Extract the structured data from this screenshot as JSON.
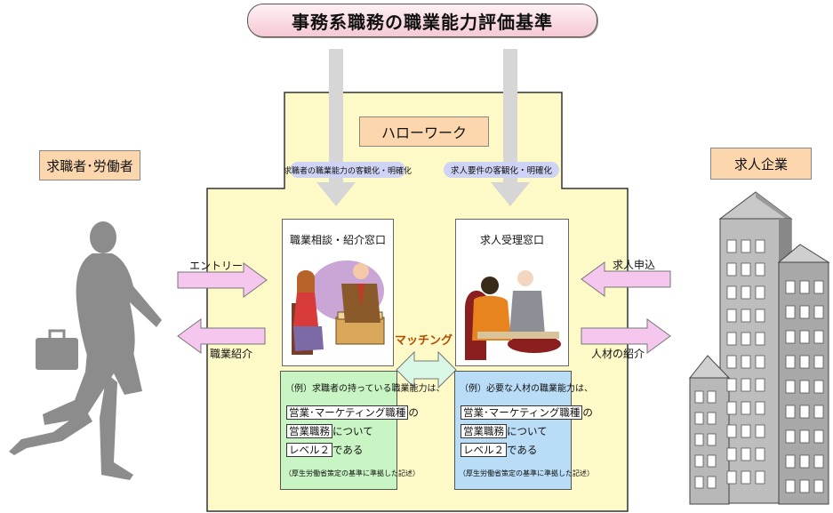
{
  "title": "事務系職務の職業能力評価基準",
  "hello_work": "ハローワーク",
  "job_seeker": "求職者･労働者",
  "company": "求人企業",
  "tag_left": "求職者の職業能力の客観化・明確化",
  "tag_right": "求人要件の客観化・明確化",
  "window_left": "職業相談・紹介窓口",
  "window_right": "求人受理窓口",
  "matching": "マッチング",
  "entry": "エントリー",
  "referral": "職業紹介",
  "job_offer": "求人申込",
  "talent_referral": "人材の紹介",
  "note_left": {
    "head": "（例）求職者の持っている職業能力は、",
    "line1_box": "営業･マーケティング職種",
    "line1_rest": "の",
    "line2_box": "営業職務",
    "line2_rest": "について",
    "line3_box": "レベル２",
    "line3_rest": "である",
    "foot": "（厚生労働省策定の基準に準拠した記述）"
  },
  "note_right": {
    "head": "（例）必要な人材の職業能力は、",
    "line1_box": "営業･マーケティング職種",
    "line1_rest": "の",
    "line2_box": "営業職務",
    "line2_rest": "について",
    "line3_box": "レベル２",
    "line3_rest": "である",
    "foot": "（厚生労働省策定の基準に準拠した記述）"
  },
  "colors": {
    "frame": "#fdfac8",
    "note_left": "#c9f5c4",
    "note_right": "#b9dcf7",
    "arrow_pink": "#f5c6ee",
    "arrow_green": "#d9f8e6",
    "arrow_gray": "#d6d6d6",
    "label": "#fcd6ad"
  }
}
